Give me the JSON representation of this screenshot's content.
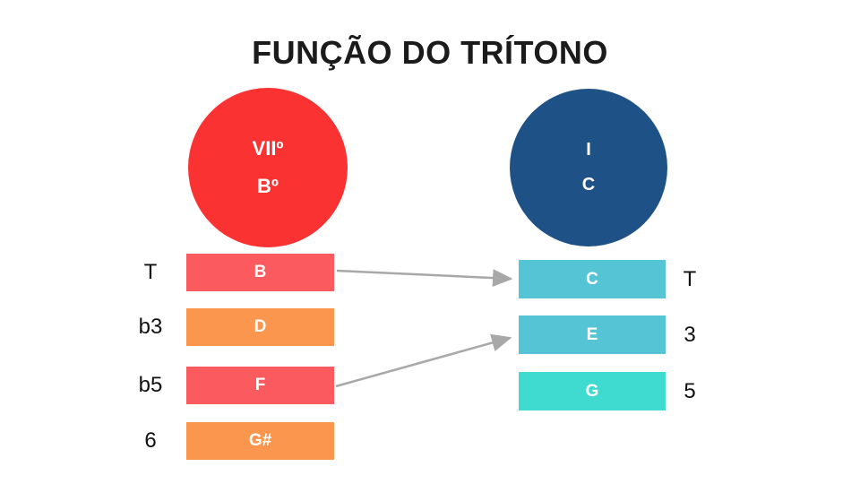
{
  "title": "FUNÇÃO DO TRÍTONO",
  "colors": {
    "red_circle": "#FB3232",
    "blue_circle": "#1E5286",
    "salmon_bar": "#FB5A5E",
    "orange_bar": "#FA964D",
    "teal_bar": "#55C4D4",
    "turquoise_bar": "#3FDBD0",
    "arrow": "#A8A8A8",
    "title_text": "#1B1B1B"
  },
  "diminished_chord": {
    "roman": "VIIº",
    "name": "Bº"
  },
  "tonic_chord": {
    "roman": "I",
    "name": "C"
  },
  "left_notes": [
    {
      "degree": "T",
      "note": "B"
    },
    {
      "degree": "b3",
      "note": "D"
    },
    {
      "degree": "b5",
      "note": "F"
    },
    {
      "degree": "6",
      "note": "G#"
    }
  ],
  "right_notes": [
    {
      "note": "C",
      "degree": "T"
    },
    {
      "note": "E",
      "degree": "3"
    },
    {
      "note": "G",
      "degree": "5"
    }
  ],
  "arrows": [
    {
      "from_note": "B",
      "to_note": "C"
    },
    {
      "from_note": "F",
      "to_note": "E"
    }
  ]
}
